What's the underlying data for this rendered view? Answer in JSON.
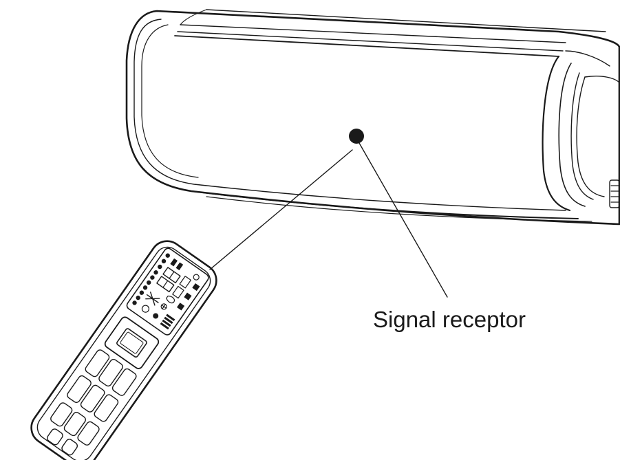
{
  "diagram": {
    "callout": {
      "label": "Signal receptor"
    },
    "colors": {
      "ink": "#1a1a1a",
      "background": "#ffffff"
    },
    "icons": [
      "air-conditioner-unit",
      "remote-control",
      "receptor-dot"
    ]
  }
}
